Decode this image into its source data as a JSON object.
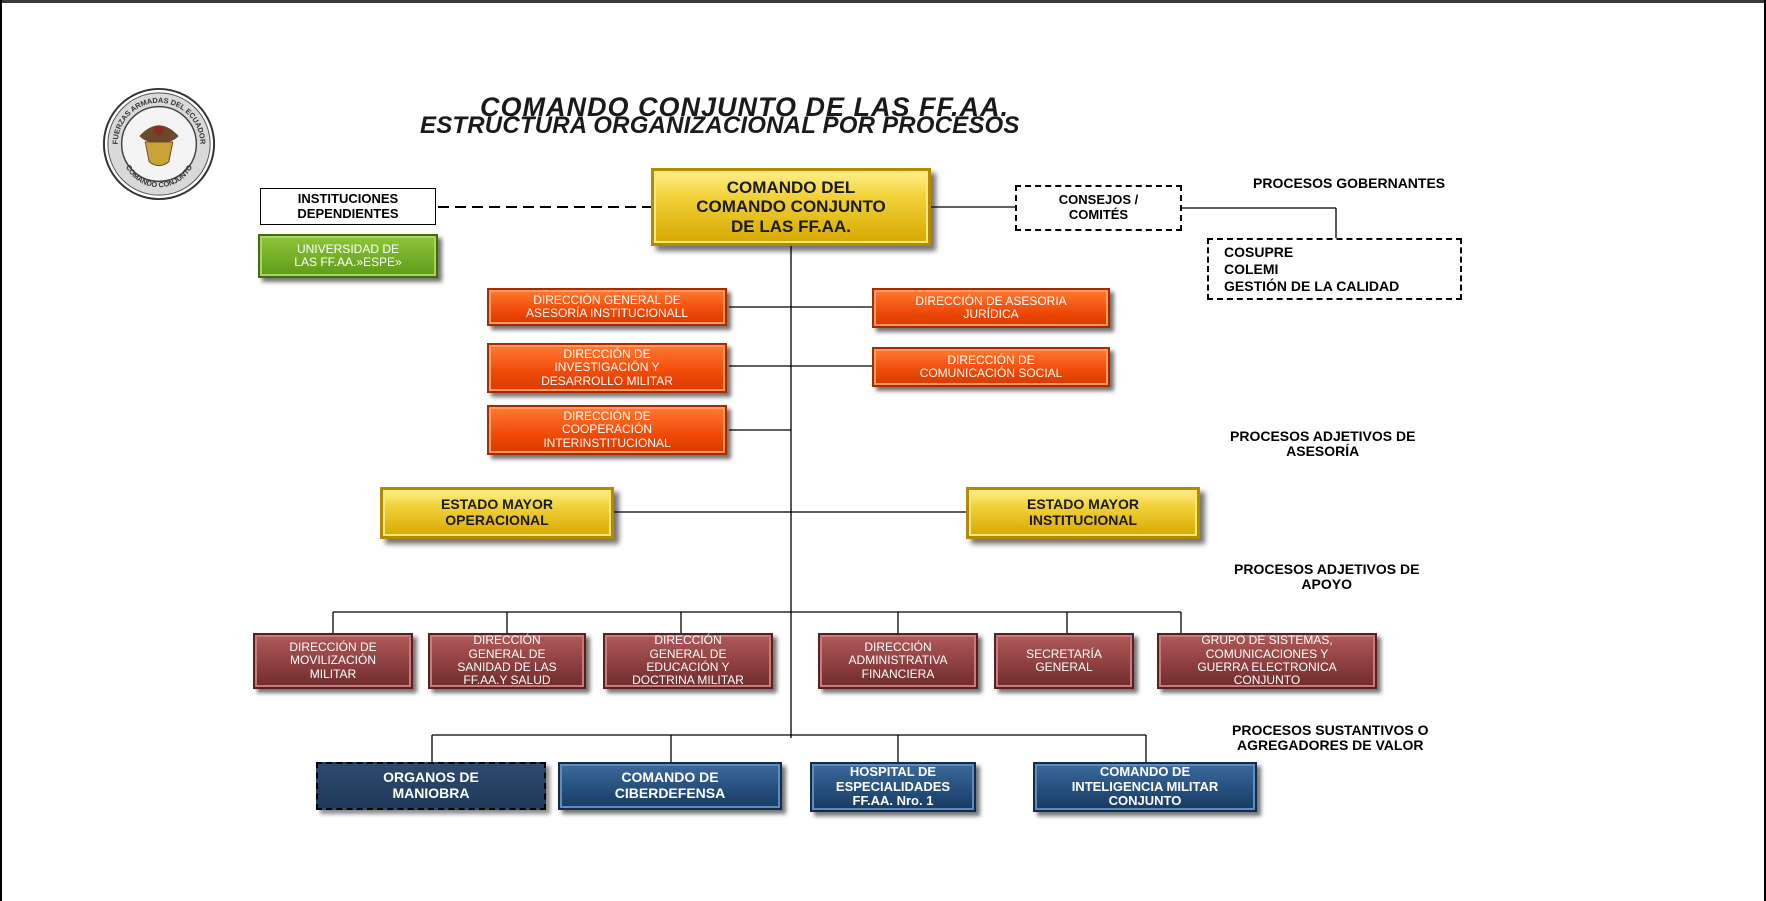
{
  "title": {
    "line1": "COMANDO  CONJUNTO  DE LAS FF.AA.",
    "line2": "ESTRUCTURA ORGANIZACIONAL POR PROCESOS"
  },
  "seal": {
    "top_text": "FUERZAS ARMADAS DEL ECUADOR",
    "bottom_text": "COMANDO CONJUNTO"
  },
  "top": {
    "comando": "COMANDO  DEL\nCOMANDO  CONJUNTO\nDE LAS FF.AA.",
    "instituciones": "INSTITUCIONES\nDEPENDIENTES",
    "universidad": "UNIVERSIDAD DE\nLAS FF.AA.»ESPE»",
    "consejos": "CONSEJOS /\nCOMITÉS",
    "comites": [
      "COSUPRE",
      "COLEMI",
      "GESTIÓN  DE LA CALIDAD"
    ]
  },
  "process_labels": {
    "gobernantes": "PROCESOS GOBERNANTES",
    "asesoria": "PROCESOS ADJETIVOS DE\nASESORÍA",
    "apoyo": "PROCESOS ADJETIVOS DE\nAPOYO",
    "sustantivos": "PROCESOS SUSTANTIVOS O\nAGREGADORES DE VALOR"
  },
  "asesoria": {
    "left": [
      "DIRECCIÓN GENERAL DE\nASESORÍA INSTITUCIONALL",
      "DIRECCIÓN DE\nINVESTIGACIÓN Y\nDESARROLLO MILITAR",
      "DIRECCIÓN  DE\nCOOPERACIÓN\nINTERINSTITUCIONAL"
    ],
    "right": [
      "DIRECCIÓN DE ASESORIA\nJURÍDICA",
      "DIRECCIÓN DE\nCOMUNICACIÓN SOCIAL"
    ]
  },
  "estado_mayor": {
    "operacional": "ESTADO MAYOR\nOPERACIONAL",
    "institucional": "ESTADO MAYOR\nINSTITUCIONAL"
  },
  "apoyo": [
    "DIRECCIÓN DE\nMOVILIZACIÓN\nMILITAR",
    "DIRECCIÓN\nGENERAL DE\nSANIDAD DE LAS\nFF.AA.Y SALUD",
    "DIRECCIÓN\nGENERAL DE\nEDUCACIÓN Y\nDOCTRINA MILITAR",
    "DIRECCIÓN\nADMINISTRATIVA\nFINANCIERA",
    "SECRETARÍA\nGENERAL",
    "GRUPO DE SISTEMAS,\nCOMUNICACIONES Y\nGUERRA ELECTRONICA\nCONJUNTO"
  ],
  "sustantivos": [
    "ORGANOS DE\nMANIOBRA",
    "COMANDO DE\nCIBERDEFENSA",
    "HOSPITAL DE\nESPECIALIDADES\nFF.AA. Nro. 1",
    "COMANDO DE\nINTELIGENCIA MILITAR\nCONJUNTO"
  ]
}
